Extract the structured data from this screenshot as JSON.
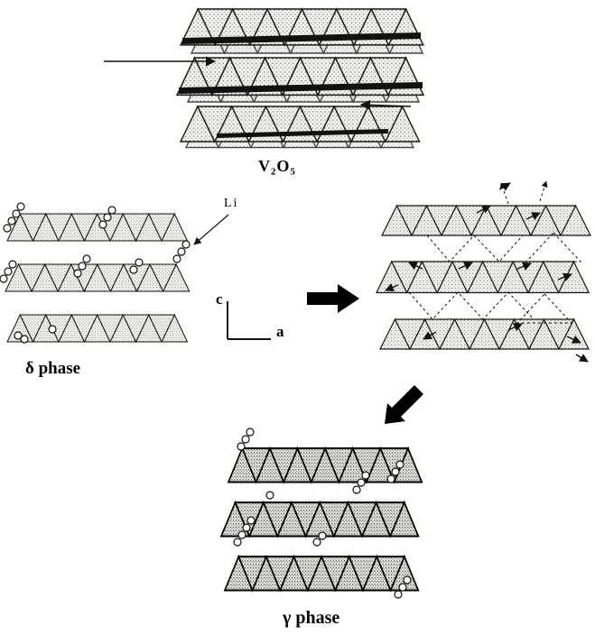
{
  "figure": {
    "labels": {
      "v2o5": "V₂O₅",
      "delta": "δ phase",
      "gamma": "γ phase",
      "li": "Li",
      "axis_c": "c",
      "axis_a": "a"
    },
    "colors": {
      "ink": "#111111",
      "background": "#ffffff"
    }
  }
}
